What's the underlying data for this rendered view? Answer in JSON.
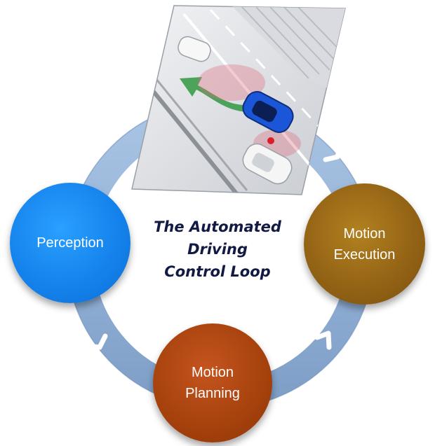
{
  "diagram": {
    "title_lines": [
      "The Automated",
      "Driving",
      "Control Loop"
    ],
    "nodes": [
      {
        "id": "perception",
        "lines": [
          "Perception"
        ],
        "color": "#1583ec"
      },
      {
        "id": "execution",
        "lines": [
          "Motion",
          "Execution"
        ],
        "color": "#946416"
      },
      {
        "id": "planning",
        "lines": [
          "Motion",
          "Planning"
        ],
        "color": "#a8430e"
      }
    ],
    "ring_color": "#8daed6",
    "chevron_color": "#ffffff",
    "photo": {
      "subject": "highway lane-change illustration",
      "arrow_color": "#3b9b4a",
      "car_color": "#1b56d8"
    }
  }
}
